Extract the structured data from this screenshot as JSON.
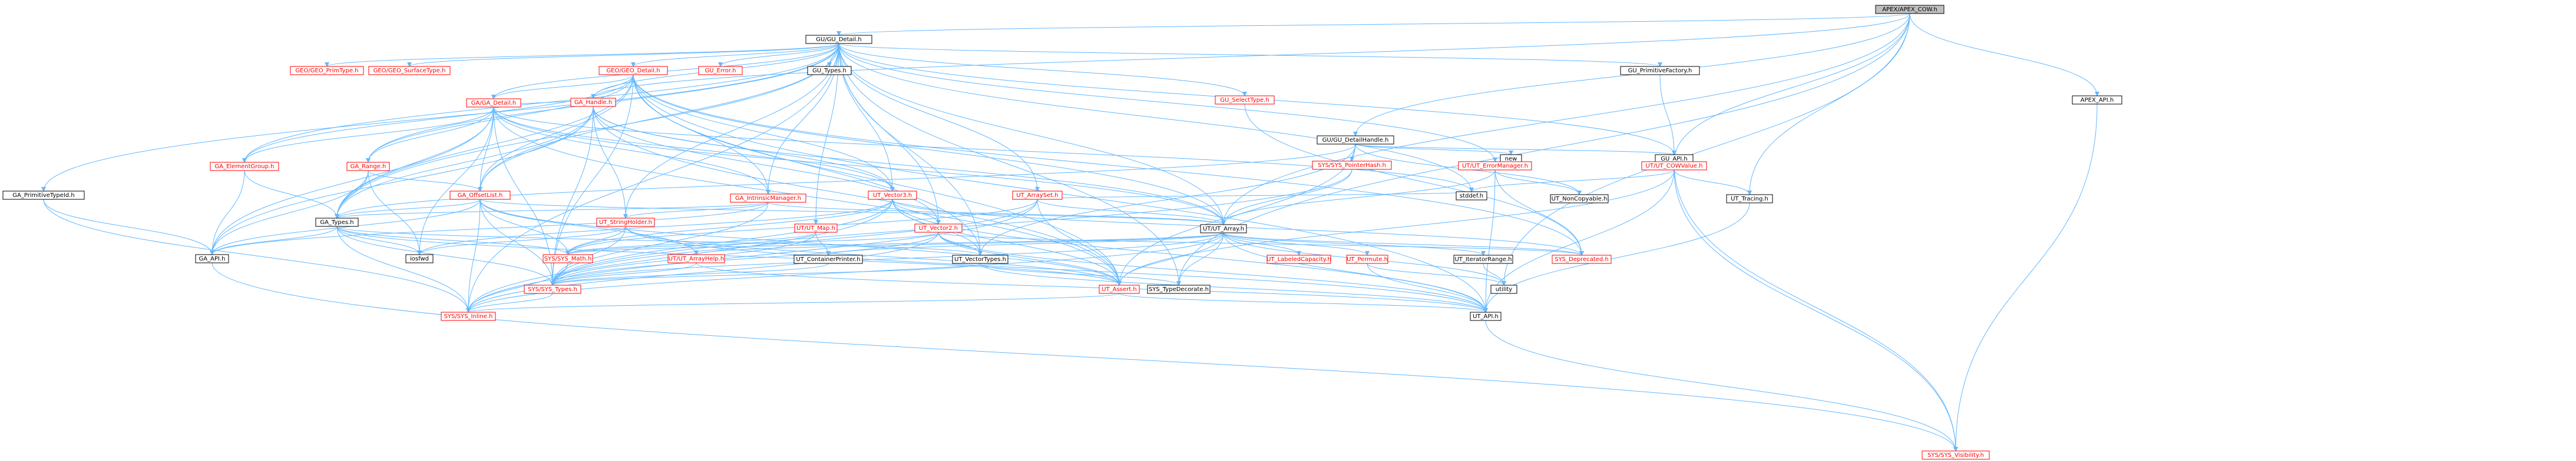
{
  "colors": {
    "edge": "#63b8ff",
    "root_fill": "#bfbfbf",
    "node_fill": "#ffffff",
    "node_border": "#000000",
    "missing_border": "#ff0000",
    "missing_text": "#ff0000"
  },
  "nodes": [
    {
      "id": "root",
      "label": "APEX/APEX_COW.h",
      "kind": "root"
    },
    {
      "id": "gu_detail",
      "label": "GU/GU_Detail.h",
      "kind": "normal"
    },
    {
      "id": "apex_api",
      "label": "APEX_API.h",
      "kind": "normal"
    },
    {
      "id": "geo_primtype",
      "label": "GEO/GEO_PrimType.h",
      "kind": "missing"
    },
    {
      "id": "geo_surfacetype",
      "label": "GEO/GEO_SurfaceType.h",
      "kind": "missing"
    },
    {
      "id": "geo_detail",
      "label": "GEO/GEO_Detail.h",
      "kind": "missing"
    },
    {
      "id": "gu_error",
      "label": "GU_Error.h",
      "kind": "missing"
    },
    {
      "id": "gu_types",
      "label": "GU_Types.h",
      "kind": "normal"
    },
    {
      "id": "gu_primfactory",
      "label": "GU_PrimitiveFactory.h",
      "kind": "normal"
    },
    {
      "id": "gu_selecttype",
      "label": "GU_SelectType.h",
      "kind": "missing"
    },
    {
      "id": "ga_detail",
      "label": "GA/GA_Detail.h",
      "kind": "missing"
    },
    {
      "id": "gu_detailhandle",
      "label": "GU/GU_DetailHandle.h",
      "kind": "normal"
    },
    {
      "id": "new",
      "label": "new",
      "kind": "normal"
    },
    {
      "id": "gu_api",
      "label": "GU_API.h",
      "kind": "normal"
    },
    {
      "id": "ut_cowvalue",
      "label": "UT/UT_COWValue.h",
      "kind": "missing"
    },
    {
      "id": "ga_elementgroup",
      "label": "GA_ElementGroup.h",
      "kind": "missing"
    },
    {
      "id": "ga_range",
      "label": "GA_Range.h",
      "kind": "missing"
    },
    {
      "id": "ga_handle",
      "label": "GA_Handle.h",
      "kind": "missing"
    },
    {
      "id": "sys_pointerhash",
      "label": "SYS/SYS_PointerHash.h",
      "kind": "missing"
    },
    {
      "id": "ut_errormanager",
      "label": "UT/UT_ErrorManager.h",
      "kind": "missing"
    },
    {
      "id": "ga_primtypedefs",
      "label": "GA_PrimitiveTypeId.h",
      "kind": "normal"
    },
    {
      "id": "ga_offsetlist",
      "label": "GA_OffsetList.h",
      "kind": "missing"
    },
    {
      "id": "ga_intrinsicmgr",
      "label": "GA_IntrinsicManager.h",
      "kind": "missing"
    },
    {
      "id": "ut_vector3",
      "label": "UT_Vector3.h",
      "kind": "missing"
    },
    {
      "id": "ut_arrayset",
      "label": "UT_ArraySet.h",
      "kind": "missing"
    },
    {
      "id": "ut_noncopyable",
      "label": "UT_NonCopyable.h",
      "kind": "normal"
    },
    {
      "id": "ga_types",
      "label": "GA_Types.h",
      "kind": "normal"
    },
    {
      "id": "ut_stringholder",
      "label": "UT_StringHolder.h",
      "kind": "missing"
    },
    {
      "id": "ut_map",
      "label": "UT/UT_Map.h",
      "kind": "missing"
    },
    {
      "id": "ut_vector2",
      "label": "UT_Vector2.h",
      "kind": "missing"
    },
    {
      "id": "ut_array",
      "label": "UT/UT_Array.h",
      "kind": "normal"
    },
    {
      "id": "stddef",
      "label": "stddef.h",
      "kind": "normal"
    },
    {
      "id": "ut_tracing",
      "label": "UT_Tracing.h",
      "kind": "normal"
    },
    {
      "id": "ga_api",
      "label": "GA_API.h",
      "kind": "normal"
    },
    {
      "id": "iosfwd",
      "label": "iosfwd",
      "kind": "normal"
    },
    {
      "id": "sys_math",
      "label": "SYS/SYS_Math.h",
      "kind": "missing"
    },
    {
      "id": "ut_arrayhelp",
      "label": "UT/UT_ArrayHelp.h",
      "kind": "missing"
    },
    {
      "id": "ut_containerprinter",
      "label": "UT_ContainerPrinter.h",
      "kind": "normal"
    },
    {
      "id": "ut_vectortypes",
      "label": "UT_VectorTypes.h",
      "kind": "normal"
    },
    {
      "id": "ut_labeledcapacity",
      "label": "UT_LabeledCapacity.h",
      "kind": "missing"
    },
    {
      "id": "ut_permute",
      "label": "UT_Permute.h",
      "kind": "missing"
    },
    {
      "id": "ut_iteratorrange",
      "label": "UT_IteratorRange.h",
      "kind": "normal"
    },
    {
      "id": "sys_deprecated",
      "label": "SYS_Deprecated.h",
      "kind": "missing"
    },
    {
      "id": "utility",
      "label": "utility",
      "kind": "normal"
    },
    {
      "id": "sys_types",
      "label": "SYS/SYS_Types.h",
      "kind": "missing"
    },
    {
      "id": "ut_assert",
      "label": "UT_Assert.h",
      "kind": "missing"
    },
    {
      "id": "sys_typedecorate",
      "label": "SYS_TypeDecorate.h",
      "kind": "normal"
    },
    {
      "id": "sys_inline",
      "label": "SYS/SYS_Inline.h",
      "kind": "missing"
    },
    {
      "id": "ut_api",
      "label": "UT_API.h",
      "kind": "normal"
    },
    {
      "id": "sys_visibility",
      "label": "SYS/SYS_Visibility.h",
      "kind": "missing"
    }
  ],
  "edges": [
    [
      "root",
      "gu_detail"
    ],
    [
      "root",
      "apex_api"
    ],
    [
      "root",
      "ut_cowvalue"
    ],
    [
      "root",
      "ut_tracing"
    ],
    [
      "root",
      "ut_array"
    ],
    [
      "root",
      "gu_detailhandle"
    ],
    [
      "root",
      "ga_handle"
    ],
    [
      "root",
      "sys_typedecorate"
    ],
    [
      "root",
      "utility"
    ],
    [
      "gu_detail",
      "geo_primtype"
    ],
    [
      "gu_detail",
      "geo_surfacetype"
    ],
    [
      "gu_detail",
      "geo_detail"
    ],
    [
      "gu_detail",
      "gu_error"
    ],
    [
      "gu_detail",
      "gu_types"
    ],
    [
      "gu_detail",
      "gu_primfactory"
    ],
    [
      "gu_detail",
      "gu_selecttype"
    ],
    [
      "gu_detail",
      "gu_api"
    ],
    [
      "gu_detail",
      "ga_detail"
    ],
    [
      "gu_detail",
      "ga_elementgroup"
    ],
    [
      "gu_detail",
      "ga_range"
    ],
    [
      "gu_detail",
      "ga_handle"
    ],
    [
      "gu_detail",
      "ga_primtypedefs"
    ],
    [
      "gu_detail",
      "ga_offsetlist"
    ],
    [
      "gu_detail",
      "ga_intrinsicmgr"
    ],
    [
      "gu_detail",
      "ut_vector3"
    ],
    [
      "gu_detail",
      "ut_vector2"
    ],
    [
      "gu_detail",
      "ut_arrayset"
    ],
    [
      "gu_detail",
      "ut_errormanager"
    ],
    [
      "gu_detail",
      "ut_array"
    ],
    [
      "gu_detail",
      "ut_map"
    ],
    [
      "gu_detail",
      "ut_stringholder"
    ],
    [
      "gu_detail",
      "ut_vectortypes"
    ],
    [
      "gu_detail",
      "ga_types"
    ],
    [
      "gu_detail",
      "sys_inline"
    ],
    [
      "gu_detail",
      "sys_typedecorate"
    ],
    [
      "gu_detail",
      "stddef"
    ],
    [
      "apex_api",
      "sys_visibility"
    ],
    [
      "geo_detail",
      "ga_detail"
    ],
    [
      "geo_detail",
      "ga_elementgroup"
    ],
    [
      "geo_detail",
      "ga_range"
    ],
    [
      "geo_detail",
      "ga_handle"
    ],
    [
      "geo_detail",
      "ga_offsetlist"
    ],
    [
      "geo_detail",
      "ga_intrinsicmgr"
    ],
    [
      "geo_detail",
      "ut_vector3"
    ],
    [
      "geo_detail",
      "ut_array"
    ],
    [
      "geo_detail",
      "ga_types"
    ],
    [
      "geo_detail",
      "ut_vectortypes"
    ],
    [
      "geo_detail",
      "sys_types"
    ],
    [
      "geo_detail",
      "ut_assert"
    ],
    [
      "geo_detail",
      "sys_deprecated"
    ],
    [
      "geo_detail",
      "ut_api"
    ],
    [
      "gu_primfactory",
      "gu_api"
    ],
    [
      "gu_selecttype",
      "sys_deprecated"
    ],
    [
      "ga_detail",
      "ga_elementgroup"
    ],
    [
      "ga_detail",
      "ga_range"
    ],
    [
      "ga_detail",
      "ga_handle"
    ],
    [
      "ga_detail",
      "ga_offsetlist"
    ],
    [
      "ga_detail",
      "ga_intrinsicmgr"
    ],
    [
      "ga_detail",
      "ga_types"
    ],
    [
      "ga_detail",
      "ga_api"
    ],
    [
      "ga_detail",
      "ut_vector3"
    ],
    [
      "ga_detail",
      "ut_array"
    ],
    [
      "ga_detail",
      "sys_types"
    ],
    [
      "ga_detail",
      "iosfwd"
    ],
    [
      "ga_detail",
      "stddef"
    ],
    [
      "ga_detail",
      "ut_assert"
    ],
    [
      "gu_detailhandle",
      "gu_api"
    ],
    [
      "gu_detailhandle",
      "ga_types"
    ],
    [
      "gu_detailhandle",
      "new"
    ],
    [
      "gu_detailhandle",
      "sys_pointerhash"
    ],
    [
      "gu_detailhandle",
      "ut_vectortypes"
    ],
    [
      "gu_detailhandle",
      "ut_noncopyable"
    ],
    [
      "gu_detailhandle",
      "ut_assert"
    ],
    [
      "gu_api",
      "sys_visibility"
    ],
    [
      "ut_cowvalue",
      "ut_tracing"
    ],
    [
      "ut_cowvalue",
      "stddef"
    ],
    [
      "ut_cowvalue",
      "ut_assert"
    ],
    [
      "ut_cowvalue",
      "ut_api"
    ],
    [
      "ut_cowvalue",
      "sys_visibility"
    ],
    [
      "ga_elementgroup",
      "ga_types"
    ],
    [
      "ga_elementgroup",
      "ga_api"
    ],
    [
      "ga_range",
      "ga_types"
    ],
    [
      "ga_range",
      "ga_offsetlist"
    ],
    [
      "ga_range",
      "ga_api"
    ],
    [
      "ga_range",
      "iosfwd"
    ],
    [
      "ga_handle",
      "ga_offsetlist"
    ],
    [
      "ga_handle",
      "ga_types"
    ],
    [
      "ga_handle",
      "ut_vector3"
    ],
    [
      "ga_handle",
      "ut_vector2"
    ],
    [
      "ga_handle",
      "ut_stringholder"
    ],
    [
      "ga_handle",
      "ut_array"
    ],
    [
      "ga_handle",
      "ga_api"
    ],
    [
      "ga_handle",
      "sys_types"
    ],
    [
      "ga_handle",
      "ut_assert"
    ],
    [
      "sys_pointerhash",
      "ut_array"
    ],
    [
      "sys_pointerhash",
      "sys_types"
    ],
    [
      "ut_errormanager",
      "ut_array"
    ],
    [
      "ut_errormanager",
      "ut_noncopyable"
    ],
    [
      "ut_errormanager",
      "ut_api"
    ],
    [
      "ut_errormanager",
      "sys_deprecated"
    ],
    [
      "ga_primtypedefs",
      "ga_api"
    ],
    [
      "ga_primtypedefs",
      "sys_inline"
    ],
    [
      "ga_offsetlist",
      "ga_types"
    ],
    [
      "ga_offsetlist",
      "ga_api"
    ],
    [
      "ga_offsetlist",
      "ut_array"
    ],
    [
      "ga_offsetlist",
      "ut_arrayhelp"
    ],
    [
      "ga_offsetlist",
      "sys_types"
    ],
    [
      "ga_offsetlist",
      "sys_math"
    ],
    [
      "ga_offsetlist",
      "ut_assert"
    ],
    [
      "ga_offsetlist",
      "sys_inline"
    ],
    [
      "ga_intrinsicmgr",
      "ga_types"
    ],
    [
      "ga_intrinsicmgr",
      "ga_api"
    ],
    [
      "ga_intrinsicmgr",
      "ut_stringholder"
    ],
    [
      "ga_intrinsicmgr",
      "ut_array"
    ],
    [
      "ga_intrinsicmgr",
      "sys_types"
    ],
    [
      "ut_vector3",
      "ut_vector2"
    ],
    [
      "ut_vector3",
      "ut_vectortypes"
    ],
    [
      "ut_vector3",
      "sys_math"
    ],
    [
      "ut_vector3",
      "sys_types"
    ],
    [
      "ut_vector3",
      "ut_assert"
    ],
    [
      "ut_vector3",
      "ut_api"
    ],
    [
      "ut_vector3",
      "sys_inline"
    ],
    [
      "ut_vector3",
      "sys_deprecated"
    ],
    [
      "ut_vector3",
      "iosfwd"
    ],
    [
      "ut_arrayset",
      "ut_array"
    ],
    [
      "ut_arrayset",
      "ut_assert"
    ],
    [
      "ut_arrayset",
      "sys_types"
    ],
    [
      "ut_arrayset",
      "sys_math"
    ],
    [
      "ut_arrayset",
      "sys_inline"
    ],
    [
      "ut_arrayset",
      "stddef"
    ],
    [
      "ga_types",
      "ga_api"
    ],
    [
      "ga_types",
      "sys_types"
    ],
    [
      "ga_types",
      "sys_math"
    ],
    [
      "ga_types",
      "ut_vectortypes"
    ],
    [
      "ga_types",
      "ut_assert"
    ],
    [
      "ga_types",
      "sys_inline"
    ],
    [
      "ga_types",
      "iosfwd"
    ],
    [
      "ut_stringholder",
      "sys_types"
    ],
    [
      "ut_stringholder",
      "sys_math"
    ],
    [
      "ut_stringholder",
      "ut_assert"
    ],
    [
      "ut_stringholder",
      "ut_api"
    ],
    [
      "ut_stringholder",
      "iosfwd"
    ],
    [
      "ut_map",
      "ut_containerprinter"
    ],
    [
      "ut_map",
      "sys_types"
    ],
    [
      "ut_map",
      "sys_math"
    ],
    [
      "ut_vector2",
      "ut_vectortypes"
    ],
    [
      "ut_vector2",
      "sys_math"
    ],
    [
      "ut_vector2",
      "sys_types"
    ],
    [
      "ut_vector2",
      "ut_assert"
    ],
    [
      "ut_vector2",
      "ut_api"
    ],
    [
      "ut_vector2",
      "sys_inline"
    ],
    [
      "ut_vector2",
      "sys_deprecated"
    ],
    [
      "ut_array",
      "ut_arrayhelp"
    ],
    [
      "ut_array",
      "ut_containerprinter"
    ],
    [
      "ut_array",
      "ut_labeledcapacity"
    ],
    [
      "ut_array",
      "ut_permute"
    ],
    [
      "ut_array",
      "ut_iteratorrange"
    ],
    [
      "ut_array",
      "sys_deprecated"
    ],
    [
      "ut_array",
      "utility"
    ],
    [
      "ut_array",
      "sys_types"
    ],
    [
      "ut_array",
      "ut_assert"
    ],
    [
      "ut_array",
      "sys_typedecorate"
    ],
    [
      "ut_array",
      "sys_math"
    ],
    [
      "ut_array",
      "ut_api"
    ],
    [
      "ut_array",
      "sys_inline"
    ],
    [
      "ut_tracing",
      "ut_api"
    ],
    [
      "ga_api",
      "sys_visibility"
    ],
    [
      "sys_math",
      "sys_types"
    ],
    [
      "sys_math",
      "sys_inline"
    ],
    [
      "ut_arrayhelp",
      "sys_types"
    ],
    [
      "ut_arrayhelp",
      "ut_api"
    ],
    [
      "ut_containerprinter",
      "sys_types"
    ],
    [
      "ut_vectortypes",
      "sys_types"
    ],
    [
      "ut_vectortypes",
      "ut_api"
    ],
    [
      "ut_vectortypes",
      "sys_typedecorate"
    ],
    [
      "ut_permute",
      "ut_api"
    ],
    [
      "ut_permute",
      "utility"
    ],
    [
      "ut_iteratorrange",
      "utility"
    ],
    [
      "sys_types",
      "sys_inline"
    ],
    [
      "ut_assert",
      "ut_api"
    ],
    [
      "ut_assert",
      "sys_inline"
    ],
    [
      "ut_api",
      "sys_visibility"
    ]
  ]
}
